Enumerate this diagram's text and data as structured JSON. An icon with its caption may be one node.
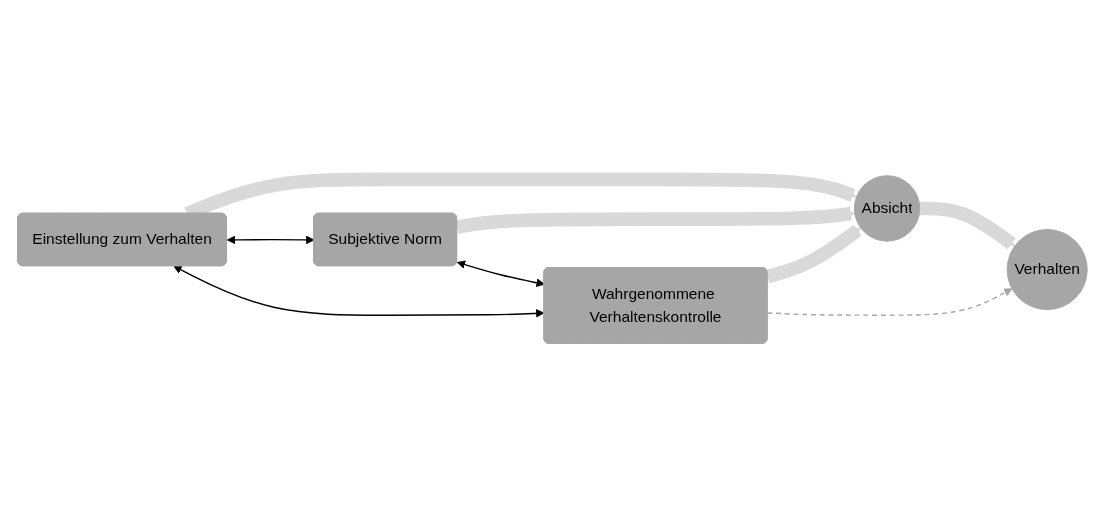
{
  "diagram": {
    "nodes": [
      {
        "text": [
          "Einstellung zum Verhalten"
        ]
      },
      {
        "text": [
          "Subjektive Norm"
        ]
      },
      {
        "text": [
          "Wahrgenommene Verhaltenskontrolle"
        ]
      },
      {
        "text": [
          "Absicht"
        ]
      },
      {
        "text": [
          "Verhalten"
        ]
      }
    ],
    "edges": [
      {
        "from": 0,
        "to": 3,
        "arrow": "to",
        "style": "thick",
        "color": "#d9d9d9"
      },
      {
        "from": 1,
        "to": 3,
        "arrow": "to",
        "style": "thick",
        "color": "#d9d9d9"
      },
      {
        "from": 2,
        "to": 3,
        "arrow": "to",
        "style": "thick",
        "color": "#d9d9d9"
      },
      {
        "from": 3,
        "to": 4,
        "arrow": "to",
        "style": "thick",
        "color": "#d9d9d9"
      },
      {
        "from": 0,
        "to": 1,
        "arrow": "both",
        "color": "#000000"
      },
      {
        "from": 1,
        "to": 2,
        "arrow": "both",
        "color": "#000000"
      },
      {
        "from": 2,
        "to": 0,
        "arrow": "both",
        "color": "#000000"
      },
      {
        "from": 2,
        "to": 4,
        "arrow": "to",
        "style": "dashed",
        "color": "#a6a6a6"
      }
    ]
  }
}
